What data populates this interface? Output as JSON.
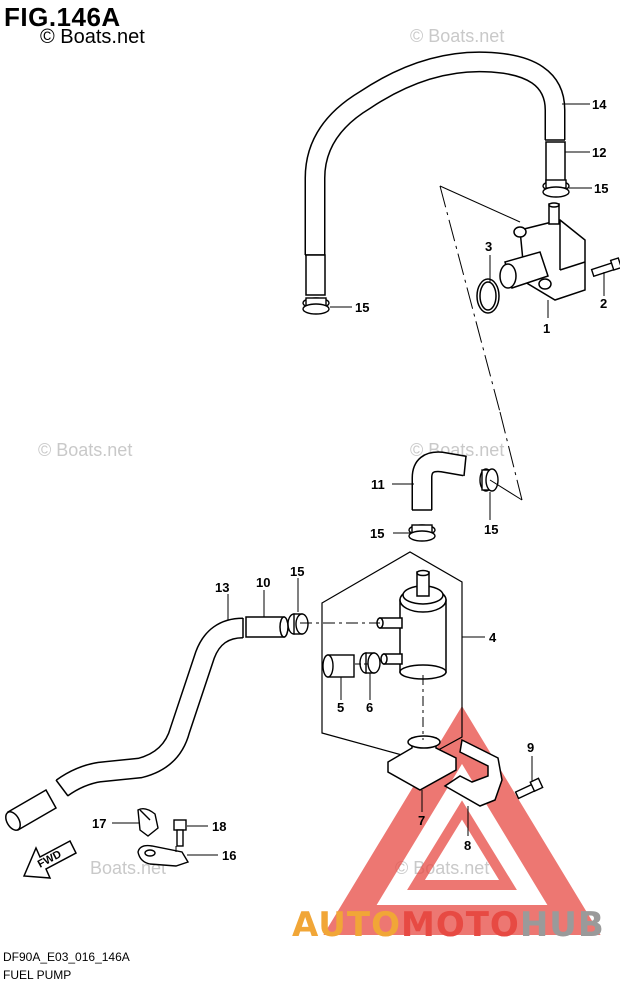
{
  "figure": {
    "title": "FIG.146A",
    "copyright": "© Boats.net"
  },
  "watermarks": [
    "© Boats.net",
    "© Boats.net",
    "© Boats.net",
    "© Boats.net",
    "Boats.net"
  ],
  "callouts": [
    {
      "num": "14",
      "part": "hose-upper"
    },
    {
      "num": "12",
      "part": "hose-joint-upper"
    },
    {
      "num": "15",
      "part": "clip-upper-right"
    },
    {
      "num": "3",
      "part": "o-ring"
    },
    {
      "num": "2",
      "part": "bolt-pump"
    },
    {
      "num": "1",
      "part": "fuel-pump"
    },
    {
      "num": "15",
      "part": "clip-left-hose"
    },
    {
      "num": "11",
      "part": "elbow-hose"
    },
    {
      "num": "15",
      "part": "clip-elbow-right"
    },
    {
      "num": "15",
      "part": "clip-filter-top"
    },
    {
      "num": "13",
      "part": "hose-long"
    },
    {
      "num": "10",
      "part": "hose-short"
    },
    {
      "num": "15",
      "part": "clip-filter-left"
    },
    {
      "num": "4",
      "part": "fuel-filter"
    },
    {
      "num": "5",
      "part": "filter-joint"
    },
    {
      "num": "6",
      "part": "filter-clip"
    },
    {
      "num": "9",
      "part": "bolt-bracket"
    },
    {
      "num": "7",
      "part": "filter-holder"
    },
    {
      "num": "8",
      "part": "bracket"
    },
    {
      "num": "17",
      "part": "clamp-small"
    },
    {
      "num": "18",
      "part": "bolt-clamp"
    },
    {
      "num": "16",
      "part": "clamp-plate"
    }
  ],
  "fwd_label": "FWD",
  "footer": {
    "code": "DF90A_E03_016_146A",
    "name": "FUEL PUMP"
  },
  "brand": {
    "part1": "AUTO",
    "part2": "MOTO",
    "part3": "HUB",
    "color1": "#f1a637",
    "color2": "#e74a43",
    "color3": "#9a9a9a"
  },
  "colors": {
    "line": "#000000",
    "watermark": "#c9c9c9",
    "logo_triangle": "#e74a43"
  }
}
